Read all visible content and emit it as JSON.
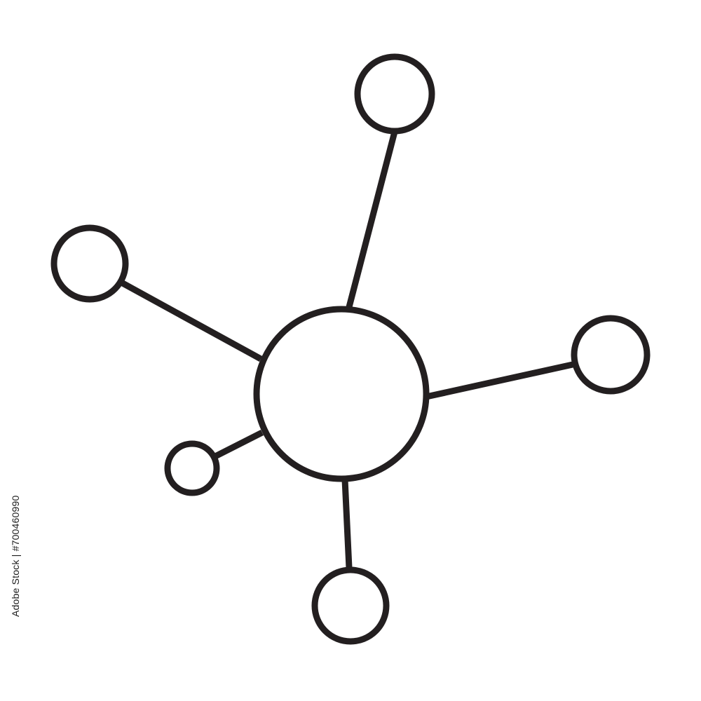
{
  "graphic": {
    "name": "network-hub-icon",
    "stroke_color": "#231f20",
    "fill_color": "#ffffff",
    "background_color": "#ffffff",
    "nodes": [
      "hub",
      "top",
      "left",
      "right",
      "bottom",
      "small-left"
    ]
  },
  "stock_id": "Adobe Stock | #700460990",
  "watermark": {
    "text": "Adobe Stock",
    "color": "#e6e6e6"
  }
}
